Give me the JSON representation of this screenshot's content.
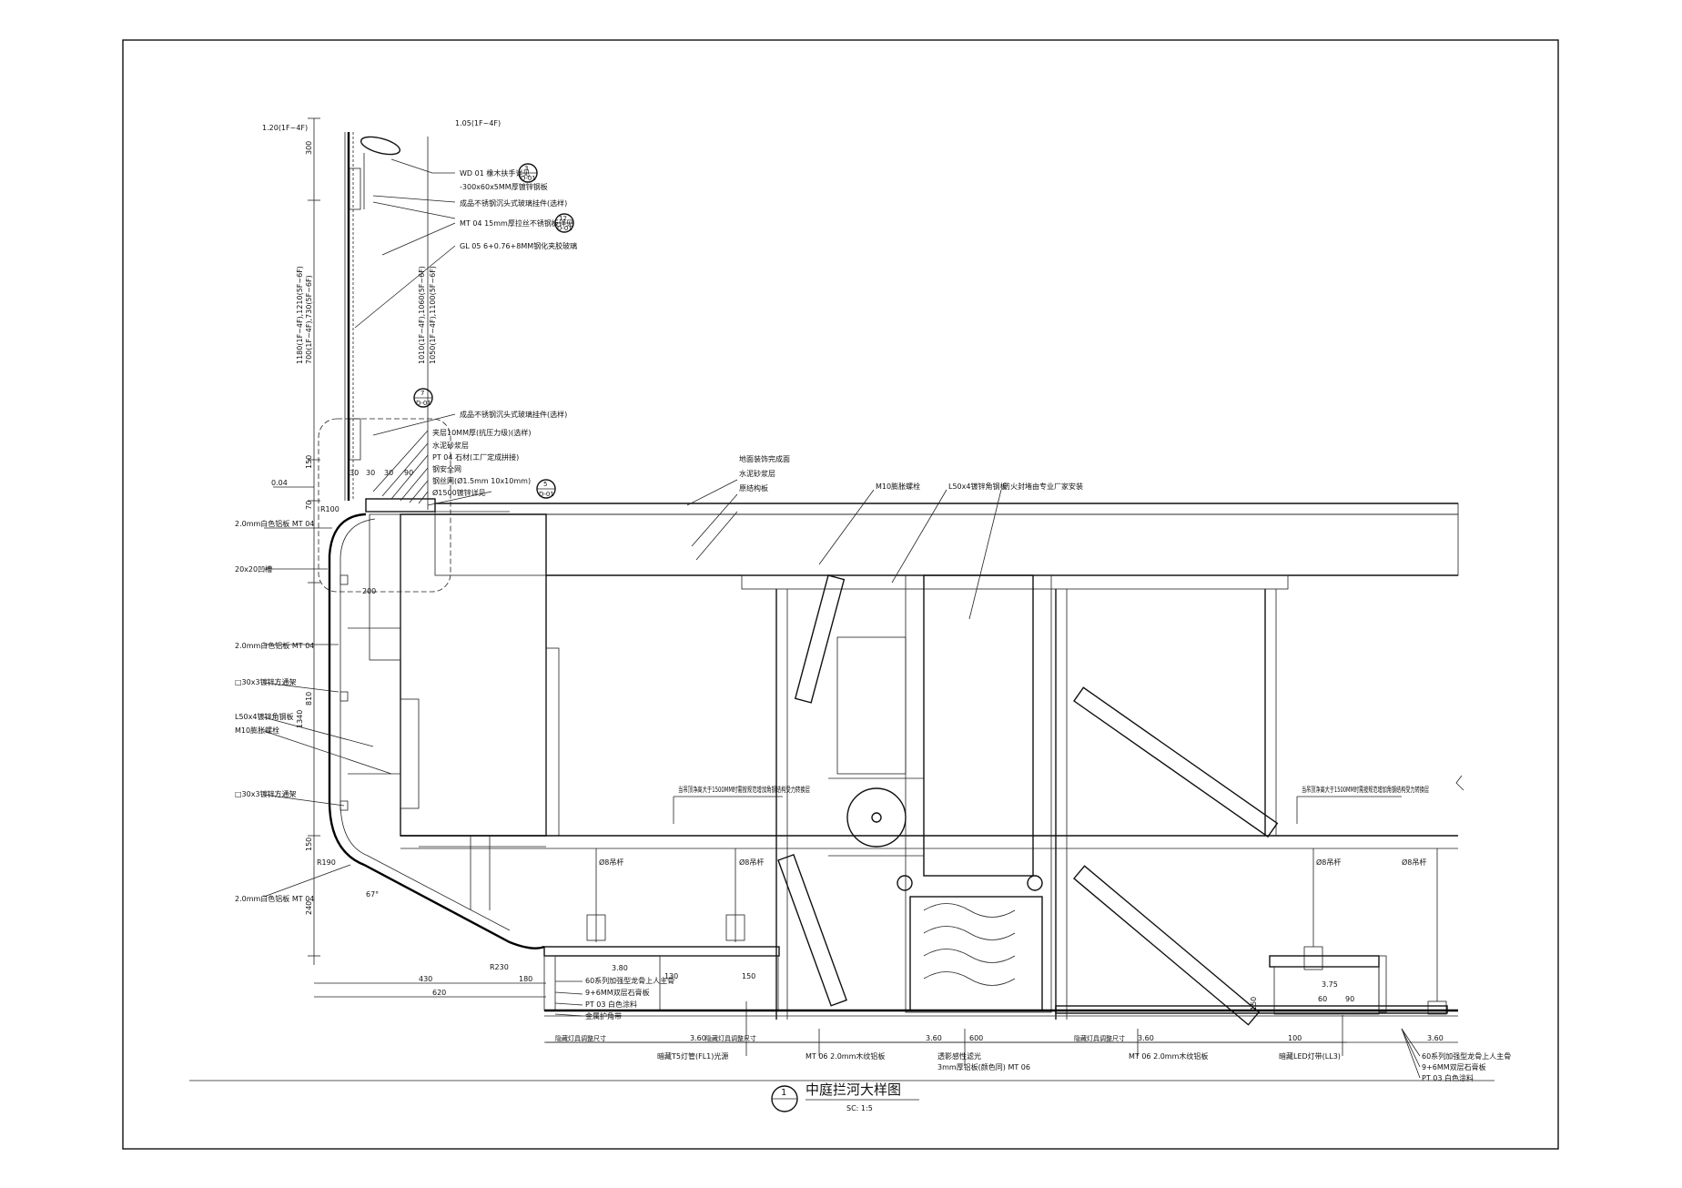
{
  "title": {
    "number": "1",
    "text": "中庭拦河大样图",
    "scale": "SC:  1:5"
  },
  "watermark": "",
  "levels": [
    {
      "id": "lv-120",
      "text": "1.20(1F~4F)"
    },
    {
      "id": "lv-105",
      "text": "1.05(1F~4F)"
    },
    {
      "id": "lv-004",
      "text": "0.04"
    },
    {
      "id": "lv-380",
      "text": "3.80"
    },
    {
      "id": "lv-360a",
      "text": "3.60"
    },
    {
      "id": "lv-360b",
      "text": "3.60"
    },
    {
      "id": "lv-360c",
      "text": "3.60"
    },
    {
      "id": "lv-375",
      "text": "3.75"
    },
    {
      "id": "lv-360d",
      "text": "3.60"
    }
  ],
  "callouts_top": [
    {
      "tag": "WD 01",
      "text": "橡木扶手详见"
    },
    {
      "tag": "",
      "text": "-300x60x5MM厚镀锌钢板"
    },
    {
      "tag": "",
      "text": "成品不锈钢沉头式玻璃挂件(选样)"
    },
    {
      "tag": "MT 04",
      "text": "15mm厚拉丝不锈钢板详见"
    },
    {
      "tag": "GL 05",
      "text": "6+0.76+8MM钢化夹胶玻璃"
    },
    {
      "tag": "",
      "text": "成品不锈钢沉头式玻璃挂件(选样)"
    },
    {
      "tag": "",
      "text": "夹层10MM厚(抗压力级)(选样)"
    },
    {
      "tag": "",
      "text": "水泥砂浆层"
    },
    {
      "tag": "PT 04",
      "text": "石材(工厂定成拼接)"
    },
    {
      "tag": "",
      "text": "钢安全网"
    },
    {
      "tag": "",
      "text": "钢丝网(Ø1.5mm 10x10mm)"
    },
    {
      "tag": "",
      "text": "Ø1500镀锌详见"
    }
  ],
  "callouts_floor": [
    {
      "text": "地面装饰完成面"
    },
    {
      "text": "水泥砂浆层"
    },
    {
      "text": "原结构板"
    },
    {
      "text": "M10膨胀螺栓"
    },
    {
      "text": "L50x4镀锌角钢板"
    },
    {
      "text": "防火封堵由专业厂家安装"
    }
  ],
  "callouts_left": [
    {
      "tag": "MT 04",
      "text": "2.0mm白色铝板"
    },
    {
      "tag": "",
      "text": "20x20凹槽"
    },
    {
      "tag": "MT 04",
      "text": "2.0mm白色铝板"
    },
    {
      "tag": "",
      "text": "□30x3镀锌方通架"
    },
    {
      "tag": "",
      "text": "L50x4镀锌角钢板"
    },
    {
      "tag": "",
      "text": "M10膨胀螺栓"
    },
    {
      "tag": "",
      "text": "□30x3镀锌方通架"
    },
    {
      "tag": "MT 04",
      "text": "2.0mm白色铝板"
    }
  ],
  "callouts_mid": [
    {
      "text": "当吊顶净高大于1500MM时需按规范增加角钢结构受力转换层"
    },
    {
      "text": "当吊顶净高大于1500MM时需按规范增加角钢结构受力转换层"
    },
    {
      "text": "Ø8吊杆"
    },
    {
      "text": "Ø8吊杆"
    },
    {
      "text": "Ø8吊杆"
    },
    {
      "text": "Ø8吊杆"
    }
  ],
  "callouts_bottom": [
    {
      "tag": "",
      "text": "60系列加强型龙骨上人主骨"
    },
    {
      "tag": "",
      "text": "9+6MM双层石膏板"
    },
    {
      "tag": "PT 03",
      "text": "白色涂料"
    },
    {
      "tag": "",
      "text": "金属护角带"
    },
    {
      "tag": "",
      "text": "暗藏T5灯管(FL1)光源"
    },
    {
      "tag": "MT 06",
      "text": "2.0mm木纹铝板"
    },
    {
      "tag": "",
      "text": "透影感性滤光"
    },
    {
      "tag": "MT 06",
      "text": "3mm厚铝板(颜色同)"
    },
    {
      "tag": "MT 06",
      "text": "2.0mm木纹铝板"
    },
    {
      "tag": "",
      "text": "暗藏LED灯带(LL3)"
    },
    {
      "tag": "",
      "text": "60系列加强型龙骨上人主骨"
    },
    {
      "tag": "",
      "text": "9+6MM双层石膏板"
    },
    {
      "tag": "PT 03",
      "text": "白色涂料"
    }
  ],
  "dimensions": [
    {
      "id": "d-300",
      "text": "300"
    },
    {
      "id": "d-1180",
      "text": "1180(1F~4F),1210(5F~6F)"
    },
    {
      "id": "d-700",
      "text": "700(1F~4F),730(5F~6F)"
    },
    {
      "id": "d-1010",
      "text": "1010(1F~4F),1060(5F~6F)"
    },
    {
      "id": "d-1050",
      "text": "1050(1F~4F),1100(5F~6F)"
    },
    {
      "id": "d-150a",
      "text": "150"
    },
    {
      "id": "d-30a",
      "text": "30"
    },
    {
      "id": "d-30b",
      "text": "30"
    },
    {
      "id": "d-30c",
      "text": "30"
    },
    {
      "id": "d-90",
      "text": "90"
    },
    {
      "id": "d-r100",
      "text": "R100"
    },
    {
      "id": "d-70",
      "text": "70"
    },
    {
      "id": "d-200",
      "text": "200"
    },
    {
      "id": "d-810",
      "text": "810"
    },
    {
      "id": "d-1340",
      "text": "1340"
    },
    {
      "id": "d-150b",
      "text": "150"
    },
    {
      "id": "d-r190",
      "text": "R190"
    },
    {
      "id": "d-240",
      "text": "240"
    },
    {
      "id": "d-r230",
      "text": "R230"
    },
    {
      "id": "d-430",
      "text": "430"
    },
    {
      "id": "d-180",
      "text": "180"
    },
    {
      "id": "d-620",
      "text": "620"
    },
    {
      "id": "d-130",
      "text": "130"
    },
    {
      "id": "d-150c",
      "text": "150"
    },
    {
      "id": "d-600",
      "text": "600"
    },
    {
      "id": "d-100",
      "text": "100"
    },
    {
      "id": "d-60",
      "text": "60"
    },
    {
      "id": "d-90b",
      "text": "90"
    },
    {
      "id": "d-150d",
      "text": "150"
    },
    {
      "id": "d-67",
      "text": "67°"
    }
  ],
  "detail_refs": [
    {
      "top": "3",
      "bottom": "D-01"
    },
    {
      "top": "12",
      "bottom": "D-01"
    },
    {
      "top": "7",
      "bottom": "D-01"
    },
    {
      "top": "5",
      "bottom": "D-01"
    }
  ],
  "notes": {
    "left_note": "隐藏灯具调整尺寸",
    "mid_note": "隐藏灯具调整尺寸",
    "right_note": "隐藏灯具调整尺寸"
  }
}
